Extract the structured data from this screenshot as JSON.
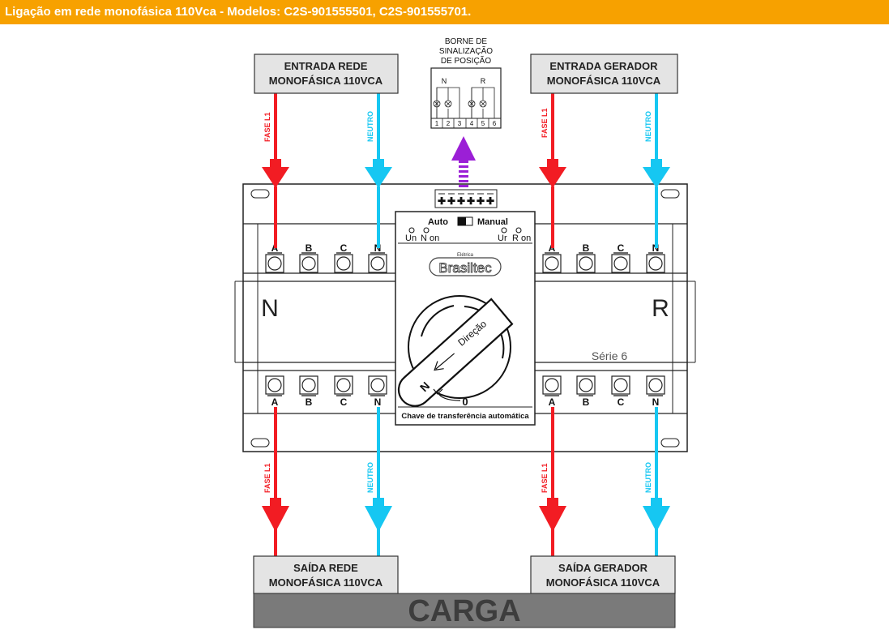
{
  "header": {
    "title": "Ligação em rede monofásica 110Vca - Modelos: C2S-901555501, C2S-901555701."
  },
  "boxes": {
    "entrada_rede": [
      "ENTRADA REDE",
      "MONOFÁSICA 110VCA"
    ],
    "entrada_gerador": [
      "ENTRADA GERADOR",
      "MONOFÁSICA 110VCA"
    ],
    "saida_rede": [
      "SAÍDA REDE",
      "MONOFÁSICA 110VCA"
    ],
    "saida_gerador": [
      "SAÍDA GERADOR",
      "MONOFÁSICA 110VCA"
    ]
  },
  "borne": {
    "caption": [
      "BORNE DE",
      "SINALIZAÇÃO",
      "DE POSIÇÃO"
    ],
    "label_n": "N",
    "label_r": "R",
    "terminals": [
      "1",
      "2",
      "3",
      "4",
      "5",
      "6"
    ]
  },
  "wires": {
    "fase": "FASE L1",
    "neutro": "NEUTRO"
  },
  "terminal_labels": [
    "A",
    "B",
    "C",
    "N"
  ],
  "device": {
    "side_left": "N",
    "side_right": "R",
    "auto": "Auto",
    "manual": "Manual",
    "un": "Un",
    "non": "N on",
    "ur": "Ur",
    "ron": "R on",
    "brand_small": "Elétrica",
    "brand": "Brasiltec",
    "knob_label": "Direção",
    "switch_n": "N",
    "switch_0": "0",
    "series": "Série 6",
    "bottom_label": "Chave de transferência automática"
  },
  "carga": "CARGA",
  "colors": {
    "fase": "#f21c23",
    "neutro": "#16c7f2",
    "signal": "#9b1fd6",
    "banner": "#f7a100"
  }
}
